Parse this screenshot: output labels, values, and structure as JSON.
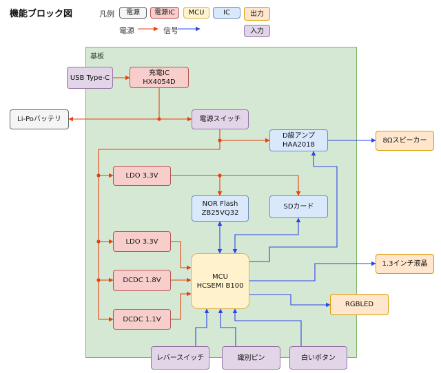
{
  "title": "機能ブロック図",
  "legend": {
    "label": "凡例",
    "power_source": "電源",
    "power_ic": "電源IC",
    "mcu": "MCU",
    "ic": "IC",
    "output": "出力",
    "input": "入力",
    "power_line": "電源",
    "signal_line": "信号"
  },
  "board_label": "基板",
  "blocks": {
    "usb": "USB Type-C",
    "charger": [
      "充電IC",
      "HX4054D"
    ],
    "battery": "Li-Poバッテリ",
    "power_switch": "電源スイッチ",
    "amp": [
      "D級アンプ",
      "HAA2018"
    ],
    "speaker": "8Ωスピーカー",
    "ldo1": "LDO 3.3V",
    "nor": [
      "NOR Flash",
      "ZB25VQ32"
    ],
    "sd": "SDカード",
    "ldo2": "LDO 3.3V",
    "dcdc18": "DCDC 1.8V",
    "dcdc11": "DCDC 1.1V",
    "mcu": [
      "MCU",
      "HCSEMI B100"
    ],
    "lcd": "1.3インチ液晶",
    "rgbled": "RGBLED",
    "lever": "レバースイッチ",
    "id_pin": "識別ピン",
    "white_button": "白いボタン"
  },
  "colors": {
    "power_line": "#e8400c",
    "signal_line": "#2a45e8"
  }
}
